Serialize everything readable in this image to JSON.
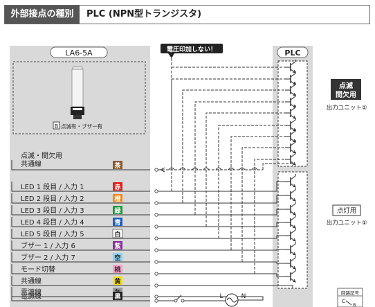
{
  "header": {
    "tag": "外部接点の種別",
    "value": "PLC (NPN型トランジスタ)"
  },
  "device": {
    "model": "LA6-5A",
    "option_code": "B",
    "option_text": "点滅有・ブザー有"
  },
  "plc": {
    "title": "PLC"
  },
  "warning": {
    "text": "電圧印加しない！"
  },
  "wires": [
    {
      "label": "点滅・間欠用",
      "label2": "共通線",
      "color_name": "茶",
      "color": "#8b5a2b",
      "text_color": "#ffffff"
    },
    {
      "label": "LED 1 段目 / 入力 1",
      "color_name": "赤",
      "color": "#e02020",
      "text_color": "#ffffff"
    },
    {
      "label": "LED 2 段目 / 入力 2",
      "color_name": "橙",
      "color": "#f08a1c",
      "text_color": "#ffffff"
    },
    {
      "label": "LED 3 段目 / 入力 3",
      "color_name": "緑",
      "color": "#1a9a3a",
      "text_color": "#ffffff"
    },
    {
      "label": "LED 4 段目 / 入力 4",
      "color_name": "青",
      "color": "#2060c0",
      "text_color": "#ffffff"
    },
    {
      "label": "LED 5 段目 / 入力 5",
      "color_name": "白",
      "color": "#ffffff",
      "text_color": "#222222"
    },
    {
      "label": "ブザー 1 / 入力 6",
      "color_name": "紫",
      "color": "#8a2f9a",
      "text_color": "#ffffff"
    },
    {
      "label": "ブザー 2 / 入力 7",
      "color_name": "空",
      "color": "#8fd0f0",
      "text_color": "#222222"
    },
    {
      "label": "モード切替",
      "color_name": "桃",
      "color": "#f6a0c8",
      "text_color": "#222222"
    },
    {
      "label": "共通線",
      "color_name": "黄",
      "color": "#f4e010",
      "text_color": "#222222"
    },
    {
      "label": "電源線",
      "color_name": "灰",
      "color": "#9a9a9a",
      "text_color": "#222222"
    },
    {
      "label": "電源線",
      "color_name": "黒",
      "color": "#222222",
      "text_color": "#ffffff"
    }
  ],
  "unit_blink": {
    "line1": "点滅",
    "line2": "間欠用",
    "caption": "出力ユニット②"
  },
  "unit_light": {
    "label": "点灯用",
    "caption": "出力ユニット①"
  },
  "power": {
    "l": "L",
    "n": "N"
  },
  "legend": {
    "title": "回路記号",
    "c": "C",
    "b": "B"
  }
}
